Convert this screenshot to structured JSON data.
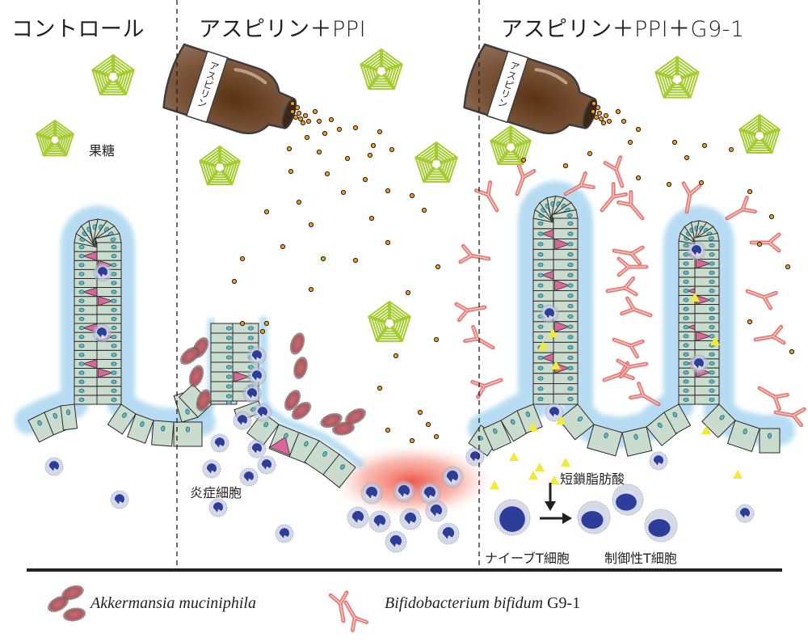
{
  "panels": [
    {
      "id": "control",
      "title": "コントロール"
    },
    {
      "id": "aspirin-ppi",
      "title": "アスピリン＋PPI"
    },
    {
      "id": "aspirin-ppi-g9-1",
      "title": "アスピリン＋PPI＋G9-1"
    }
  ],
  "labels": {
    "fructose": "果糖",
    "inflammatory_cells": "炎症細胞",
    "scfa": "短鎖脂肪酸",
    "naive_t_cell": "ナイーブT細胞",
    "regulatory_t_cell": "制御性T細胞",
    "bottle_label": "アスピリン"
  },
  "legend": [
    {
      "icon": "akkermansia-icon",
      "italic": "Akkermansia muciniphila",
      "suffix": ""
    },
    {
      "icon": "bifidobacterium-icon",
      "italic": "Bifidobacterium bifidum",
      "suffix": " G9-1"
    }
  ],
  "colors": {
    "epithelium": "#c9dccd",
    "epithelium_edge": "#2b2b2b",
    "mucus": "#9fd0ee",
    "goblet": "#d9679a",
    "nucleus": "#5bb8c9",
    "fructose": "#a6cc32",
    "aspirin_particle": "#f39a1e",
    "bottle": "#6b4226",
    "immune_nucleus": "#2d3e9a",
    "inflammation": "#ef4b3c",
    "akkermansia": "#b5606a",
    "bifido": "#e0736f",
    "scfa": "#f2ea3a"
  }
}
